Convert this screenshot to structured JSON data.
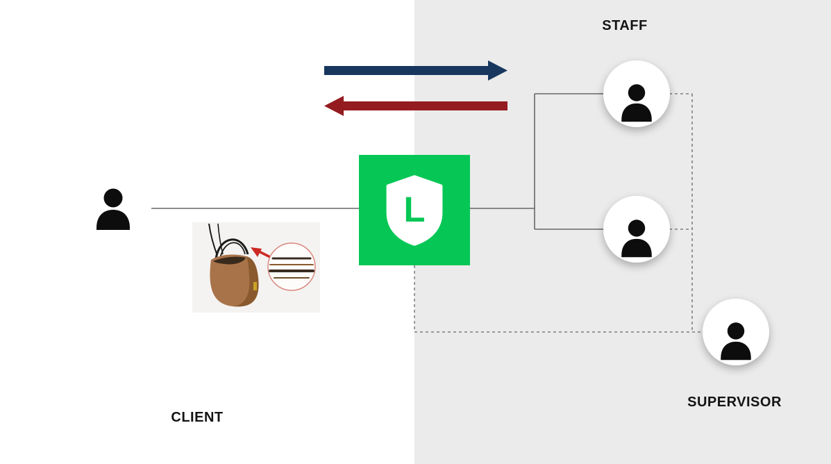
{
  "diagram": {
    "client": {
      "label": "CLIENT"
    },
    "staff": {
      "label": "STAFF"
    },
    "supervisor": {
      "label": "SUPERVISOR"
    },
    "line_app": {
      "letter": "L"
    },
    "colors": {
      "panel_bg": "#ebebeb",
      "arrow_to_staff": "#17375e",
      "arrow_to_client": "#941b1f",
      "line_green": "#06c755",
      "connector": "#666666",
      "silhouette": "#0d0d0d",
      "photo_bag": "#a9734a",
      "photo_accent": "#cc2a22"
    }
  }
}
